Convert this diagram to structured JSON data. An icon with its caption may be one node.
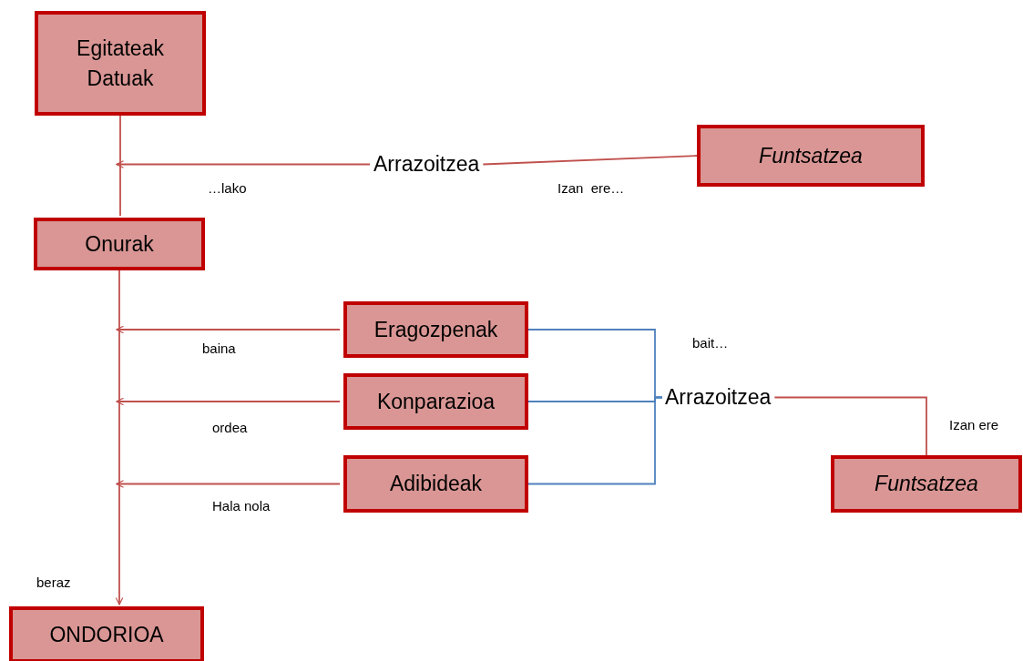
{
  "diagram": {
    "nodes": [
      {
        "text": [
          "Egitateak",
          "Datuak"
        ]
      },
      {
        "text": [
          "Arrazoitzea"
        ]
      },
      {
        "text": [
          "Funtsatzea"
        ]
      },
      {
        "text": [
          "Onurak"
        ]
      },
      {
        "text": [
          "Eragozpenak"
        ]
      },
      {
        "text": [
          "Konparazioa"
        ]
      },
      {
        "text": [
          "Adibideak"
        ]
      },
      {
        "text": [
          "Arrazoitzea"
        ]
      },
      {
        "text": [
          "Funtsatzea"
        ]
      },
      {
        "text": [
          "ONDORIOA"
        ]
      }
    ],
    "edges": [
      {
        "from": 0,
        "to": 3,
        "arrow": "none"
      },
      {
        "from": 1,
        "to": null,
        "arrow": "to",
        "label": "…lako"
      },
      {
        "from": 1,
        "to": 2,
        "arrow": "none",
        "label": "Izan  ere…"
      },
      {
        "from": 3,
        "to": 9,
        "arrow": "to",
        "label": "beraz"
      },
      {
        "from": 4,
        "to": null,
        "arrow": "to",
        "label": "baina"
      },
      {
        "from": 5,
        "to": null,
        "arrow": "to",
        "label": "ordea"
      },
      {
        "from": 6,
        "to": null,
        "arrow": "to",
        "label": "Hala nola"
      },
      {
        "from": 4,
        "to": 7,
        "arrow": "none",
        "color": "#4f81bd"
      },
      {
        "from": 5,
        "to": 7,
        "arrow": "none",
        "color": "#4f81bd"
      },
      {
        "from": 6,
        "to": 7,
        "arrow": "none",
        "color": "#4f81bd"
      },
      {
        "from": 7,
        "to": 8,
        "arrow": "none",
        "label": "Izan ere"
      }
    ],
    "labels": [
      "bait…"
    ]
  }
}
